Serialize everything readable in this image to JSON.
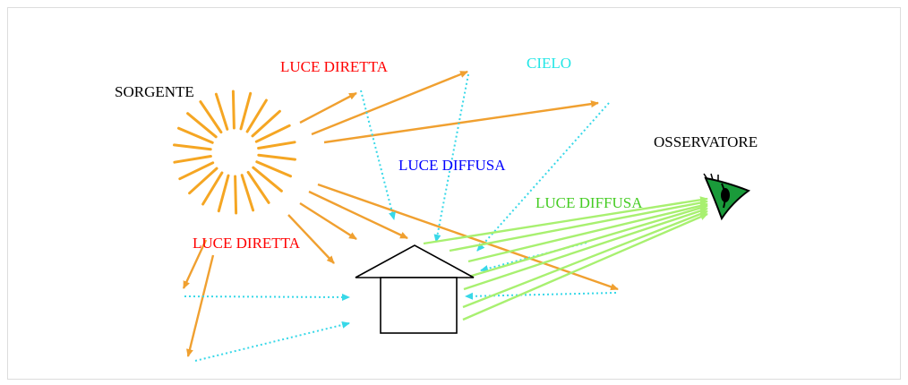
{
  "labels": {
    "sorgente": "SORGENTE",
    "luce_diretta_top": "LUCE DIRETTA",
    "cielo": "CIELO",
    "osservatore": "OSSERVATORE",
    "luce_diffusa_blue": "LUCE DIFFUSA",
    "luce_diffusa_green": "LUCE DIFFUSA",
    "luce_diretta_bottom": "LUCE DIRETTA"
  },
  "colors": {
    "sun": "#f5a623",
    "direct_ray": "#f0a030",
    "sky_ray": "#38d8e8",
    "diffuse_ray": "#a8f070",
    "label_red": "#ff0000",
    "label_cyan": "#22e6e6",
    "label_blue": "#0000ff",
    "label_green": "#44cc22",
    "label_black": "#000000"
  },
  "icons": {
    "sun": "sun-icon",
    "house": "house-icon",
    "eye": "eye-icon"
  }
}
